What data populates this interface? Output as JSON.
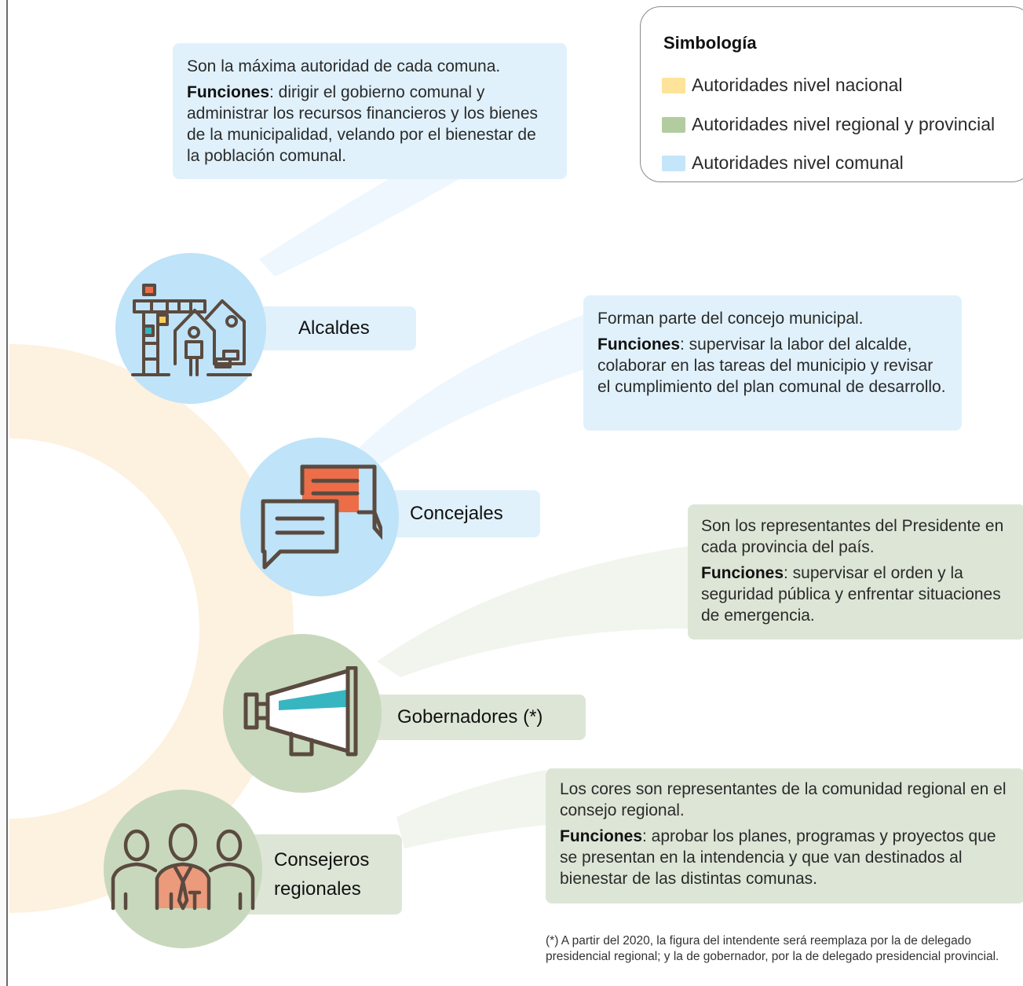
{
  "legend": {
    "title": "Simbología",
    "items": [
      {
        "label": "Autoridades nivel nacional",
        "color": "#fde49a"
      },
      {
        "label": "Autoridades nivel regional y provincial",
        "color": "#b3cc9f"
      },
      {
        "label": "Autoridades nivel comunal",
        "color": "#c4e5fa"
      }
    ]
  },
  "colors": {
    "comunal_box": "#e0f1fc",
    "comunal_circle": "#bfe3f8",
    "regional_box": "#dde6d6",
    "regional_circle": "#c8d8bd",
    "nacional_arc": "#fdf1df",
    "icon_stroke": "#5a4a3f",
    "accent_orange": "#ec6d48",
    "accent_teal": "#37b6c2",
    "accent_yellow": "#f7cf5b"
  },
  "authorities": [
    {
      "id": "alcaldes",
      "name": "Alcaldes",
      "icon": "city-construction-icon",
      "lead": "Son la máxima autoridad de cada comuna.",
      "functions_label": "Funciones",
      "functions": ": dirigir el gobierno comunal y administrar los recursos financieros y los bienes de la municipalidad, velando por el bienestar de la población comunal."
    },
    {
      "id": "concejales",
      "name": "Concejales",
      "icon": "chat-bubbles-icon",
      "lead": "Forman parte del concejo municipal.",
      "functions_label": "Funciones",
      "functions": ": supervisar la labor del alcalde, colaborar en las tareas del municipio y revisar el cumplimiento del plan comunal de desarrollo."
    },
    {
      "id": "gobernadores",
      "name": "Gobernadores (*)",
      "icon": "megaphone-icon",
      "lead": "Son los representantes del Presidente en cada provincia del país.",
      "functions_label": "Funciones",
      "functions": ": supervisar el orden y la seguridad pública y enfrentar situaciones de emergencia."
    },
    {
      "id": "consejeros",
      "name": "Consejeros regionales",
      "icon": "group-people-icon",
      "lead": "Los cores son representantes de la comunidad regional en el consejo regional.",
      "functions_label": "Funciones",
      "functions": ": aprobar los planes, programas y proyectos que se presentan en la intendencia y que van destinados al bienestar de las distintas comunas."
    }
  ],
  "footnote": "(*) A partir del 2020, la figura del intendente será reemplaza por la de delegado presidencial regional; y la de gobernador, por la de delegado presidencial provincial."
}
